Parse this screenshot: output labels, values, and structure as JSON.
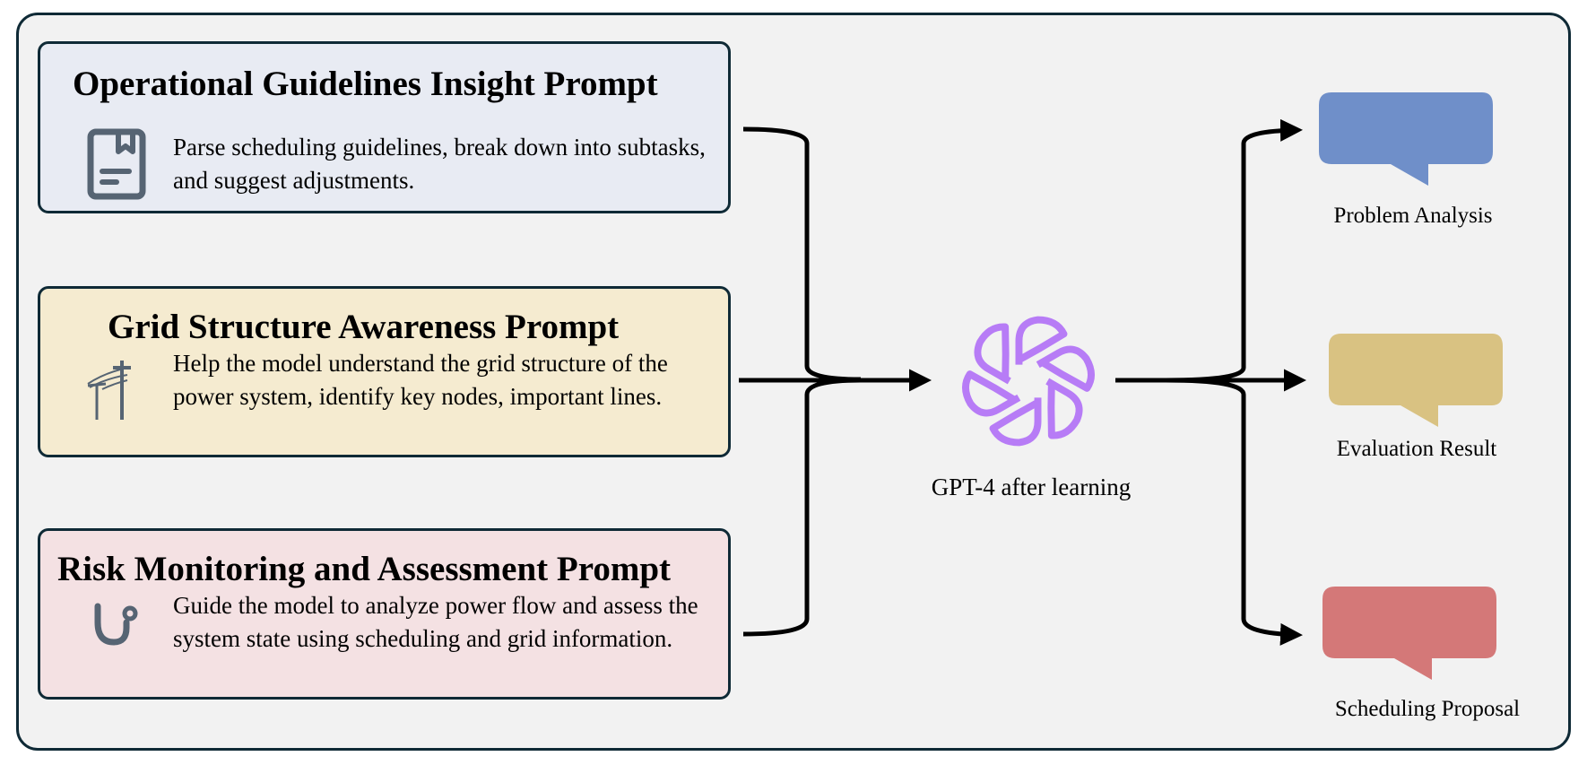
{
  "prompts": [
    {
      "title": "Operational Guidelines Insight Prompt",
      "description": "Parse scheduling guidelines, break down into subtasks, and suggest adjustments.",
      "icon": "document-bookmark-icon",
      "background": "#e8ebf3"
    },
    {
      "title": "Grid Structure Awareness Prompt",
      "description": "Help the model understand the grid structure of the power system, identify key nodes, important lines.",
      "icon": "power-pole-icon",
      "background": "#f5ebd0"
    },
    {
      "title": "Risk Monitoring and Assessment Prompt",
      "description": "Guide the model to analyze power flow and assess the system state using scheduling and grid information.",
      "icon": "stethoscope-icon",
      "background": "#f4e1e3"
    }
  ],
  "model": {
    "label": "GPT-4 after learning",
    "icon": "openai-logo-icon",
    "color": "#b77cf6"
  },
  "outputs": [
    {
      "label": "Problem Analysis",
      "color": "#6f8fc9"
    },
    {
      "label": "Evaluation Result",
      "color": "#d9c282"
    },
    {
      "label": "Scheduling Proposal",
      "color": "#d47878"
    }
  ],
  "colors": {
    "border": "#0f2a36",
    "icon": "#566473",
    "frame_bg": "#f2f2f2"
  }
}
